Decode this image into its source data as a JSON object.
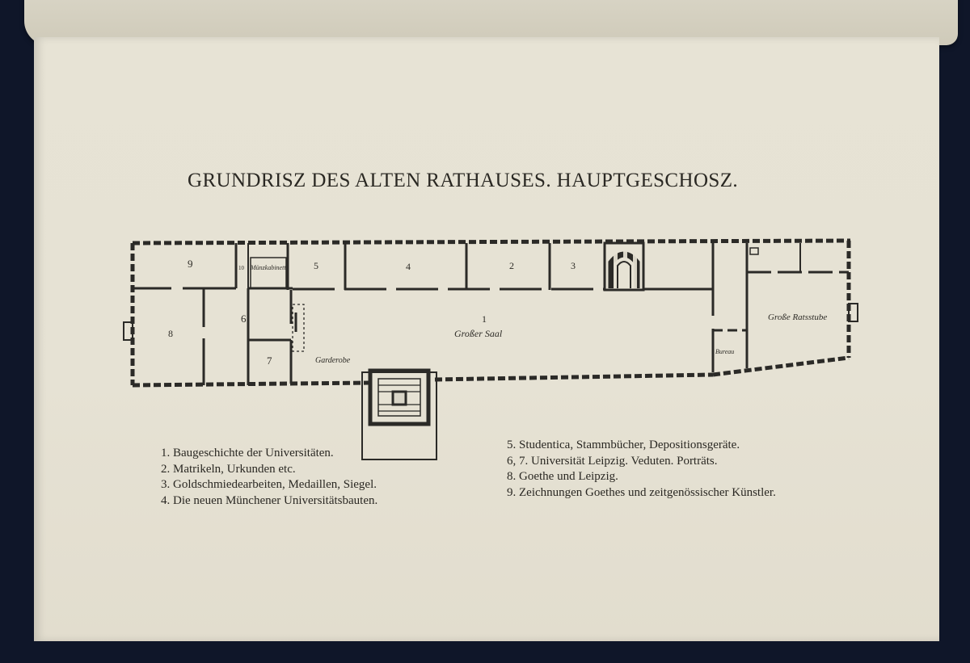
{
  "page": {
    "title": "GRUNDRISZ DES ALTEN RATHAUSES. HAUPTGESCHOSZ."
  },
  "plan": {
    "labels": {
      "r9": "9",
      "r8": "8",
      "r6": "6",
      "r7": "7",
      "r5": "5",
      "r4": "4",
      "r2": "2",
      "r3": "3",
      "r1": "1",
      "small": "10",
      "muenzkabinett": "Münzkabinett",
      "grosser_saal": "Großer Saal",
      "garderobe": "Garderobe",
      "buereau": "Bureau",
      "grosse_ratsstube": "Große Ratsstube"
    }
  },
  "legend": {
    "left": [
      "1. Baugeschichte der Universitäten.",
      "2. Matrikeln, Urkunden etc.",
      "3. Goldschmiedearbeiten, Medaillen, Siegel.",
      "4. Die neuen Münchener Universitätsbauten."
    ],
    "right": [
      "5. Studentica, Stammbücher, Depositionsgeräte.",
      "6, 7. Universität Leipzig. Veduten. Porträts.",
      "8. Goethe und Leipzig.",
      "9. Zeichnungen Goethes und zeitgenössischer Künstler."
    ]
  }
}
